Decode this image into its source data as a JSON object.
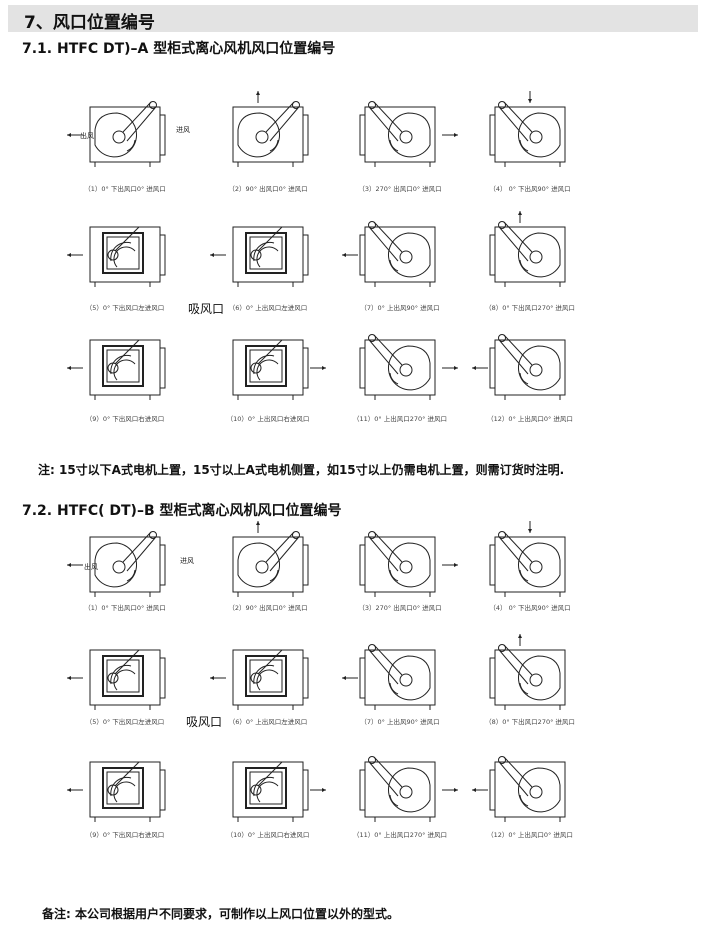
{
  "header": {
    "title": "7、风口位置编号"
  },
  "section_a": {
    "title": "7.1. HTFC  DT)–A 型柜式离心风机风口位置编号",
    "captions": [
      "（1）0° 下出风口0° 进风口",
      "（2）90° 出风口0° 进风口",
      "（3）270° 出风口0° 进风口",
      "（4） 0° 下出风90° 进风口",
      "（5）0° 下出风口左进风口",
      "（6）0° 上出风口左进风口",
      "（7）0° 上出风90° 进风口",
      "（8）0° 下出风口270° 进风口",
      "（9）0° 下出风口右进风口",
      "（10）0° 上出风口右进风口",
      "（11）0° 上出风口270° 进风口",
      "（12）0° 上出风口0° 进风口"
    ],
    "suction_label": "吸风口",
    "outlet_label": "出风",
    "inlet_label": "进风",
    "note": "注: 15寸以下A式电机上置，15寸以上A式电机侧置，如15寸以上仍需电机上置，则需订货时注明."
  },
  "section_b": {
    "title": "7.2. HTFC( DT)–B 型柜式离心风机风口位置编号",
    "captions": [
      "（1）0° 下出风口0° 进风口",
      "（2）90° 出风口0° 进风口",
      "（3）270° 出风口0° 进风口",
      "（4） 0° 下出风90° 进风口",
      "（5）0° 下出风口左进风口",
      "（6）0° 上出风口左进风口",
      "（7）0° 上出风90° 进风口",
      "（8）0° 下出风口270° 进风口",
      "（9）0° 下出风口右进风口",
      "（10）0° 上出风口右进风口",
      "（11）0° 上出风口270° 进风口",
      "（12）0° 上出风口0° 进风口"
    ],
    "suction_label": "吸风口",
    "outlet_label": "出风",
    "inlet_label": "进风"
  },
  "footer": {
    "note": "备注: 本公司根据用户不同要求，可制作以上风口位置以外的型式。"
  }
}
